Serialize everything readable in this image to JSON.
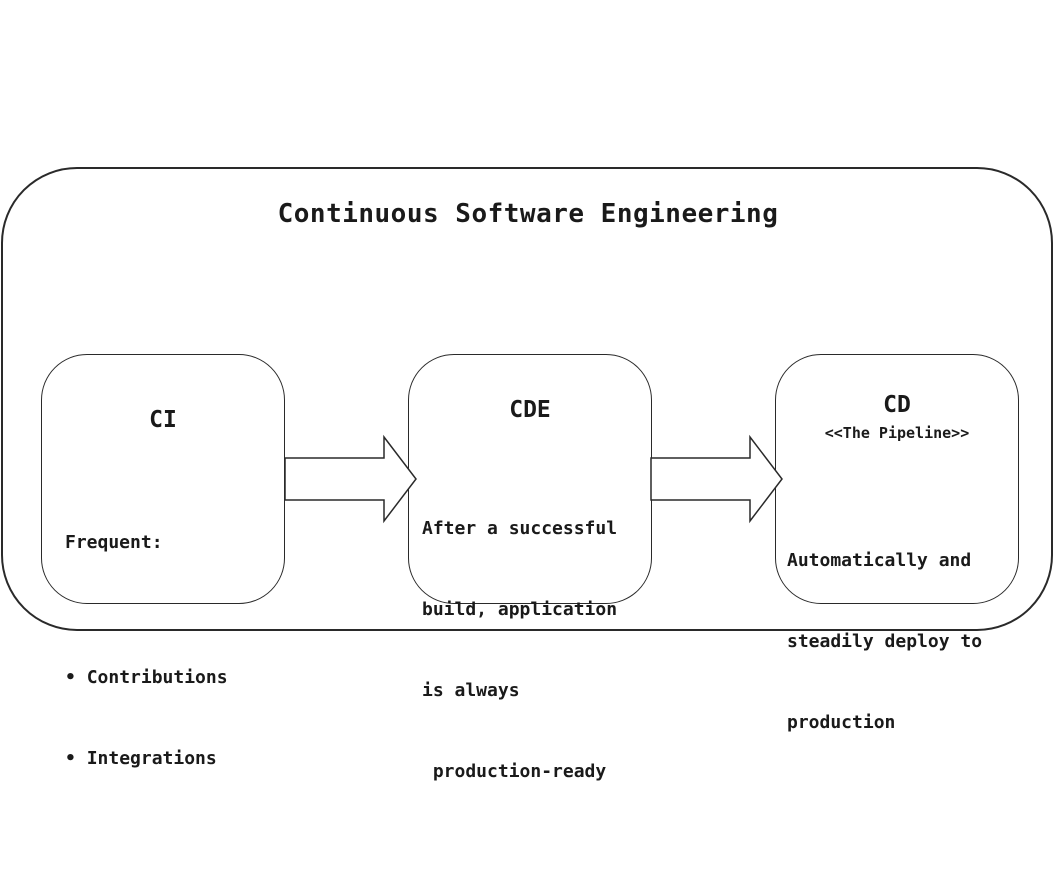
{
  "diagram": {
    "title": "Continuous Software Engineering",
    "stages": [
      {
        "title": "CI",
        "list_heading": "Frequent:",
        "bullets": [
          "Contributions",
          "Integrations"
        ]
      },
      {
        "title": "CDE",
        "description_lines": [
          "After a successful",
          "build, application",
          "is always",
          " production-ready"
        ]
      },
      {
        "title": "CD",
        "subtitle": "<<The Pipeline>>",
        "description_lines": [
          "Automatically and",
          "steadily deploy to",
          "production"
        ]
      }
    ],
    "connectors": [
      "CI → CDE",
      "CDE → CD"
    ]
  }
}
